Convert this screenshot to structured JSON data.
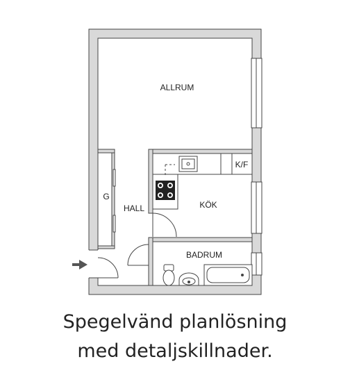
{
  "rooms": {
    "allrum": "ALLRUM",
    "kok": "KÖK",
    "kf": "K/F",
    "g": "G",
    "hall": "HALL",
    "badrum": "BADRUM"
  },
  "caption": {
    "line1": "Spegelvänd planlösning",
    "line2": "med detaljskillnader."
  },
  "icons": {
    "entrance": "entrance-arrow-icon",
    "sink": "kitchen-sink-icon",
    "stove": "stove-icon",
    "toilet": "toilet-icon",
    "washbasin": "washbasin-icon",
    "bathtub": "bathtub-icon"
  },
  "colors": {
    "wall": "#d9d9d9",
    "outline": "#444444",
    "text": "#222222"
  }
}
